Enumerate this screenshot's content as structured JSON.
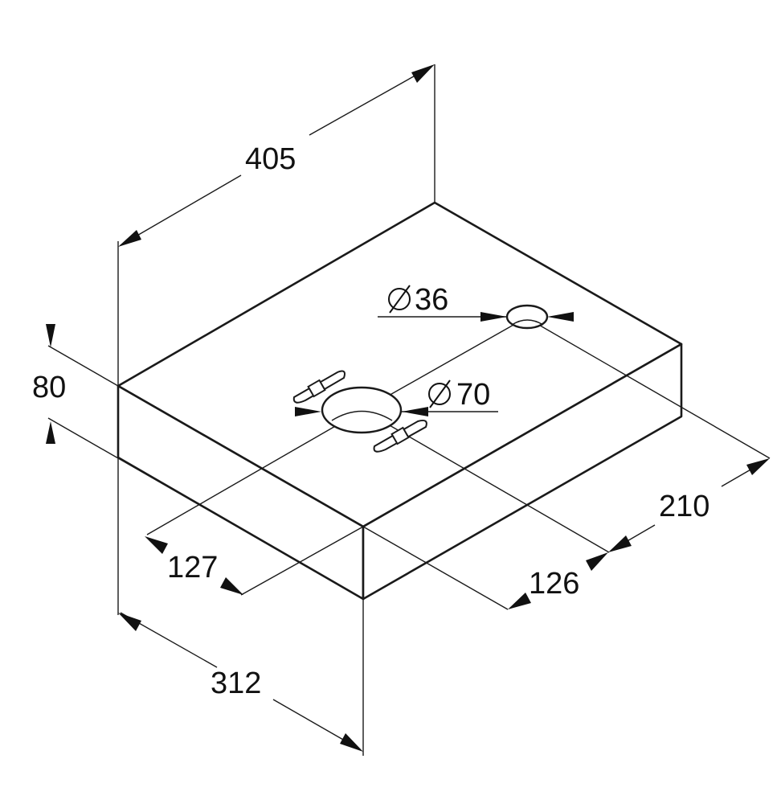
{
  "dimensions": {
    "depth": "405",
    "height": "80",
    "width": "312",
    "depth_partial": "210",
    "offset_left": "127",
    "offset_right": "126",
    "small_hole_diameter": "36",
    "large_hole_diameter": "70"
  },
  "symbols": {
    "diameter": "⌀"
  }
}
